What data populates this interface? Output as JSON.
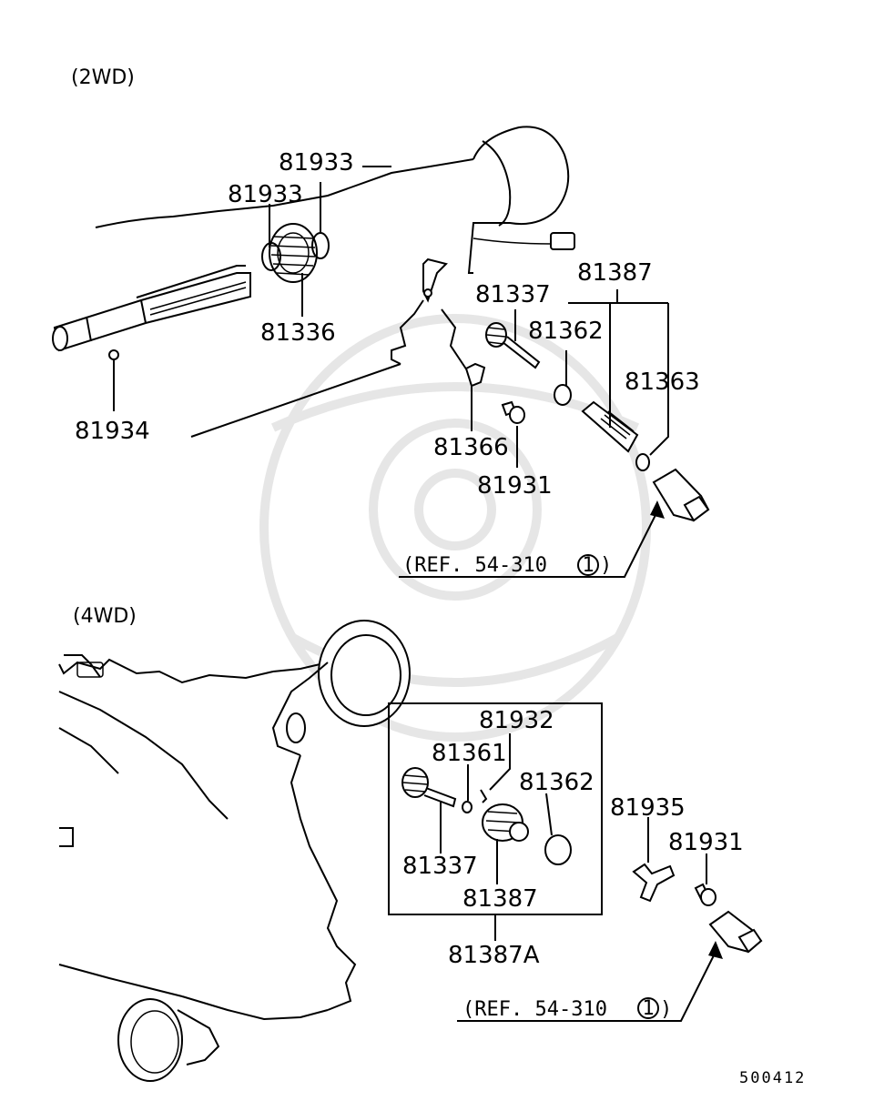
{
  "sections": {
    "two_wd": "(2WD)",
    "four_wd": "(4WD)"
  },
  "callouts_2wd": {
    "p81933_top": "81933",
    "p81933_left": "81933",
    "p81336": "81336",
    "p81934": "81934",
    "p81337": "81337",
    "p81387": "81387",
    "p81362": "81362",
    "p81363": "81363",
    "p81366": "81366",
    "p81931": "81931"
  },
  "ref_2wd": {
    "text": "(REF. 54-310",
    "circle": "1",
    "close": ")"
  },
  "callouts_4wd": {
    "p81932": "81932",
    "p81361": "81361",
    "p81362": "81362",
    "p81337": "81337",
    "p81387": "81387",
    "p81387A": "81387A",
    "p81935": "81935",
    "p81931": "81931"
  },
  "ref_4wd": {
    "text": "(REF. 54-310",
    "circle": "1",
    "close": ")"
  },
  "diagram_code": "500412"
}
